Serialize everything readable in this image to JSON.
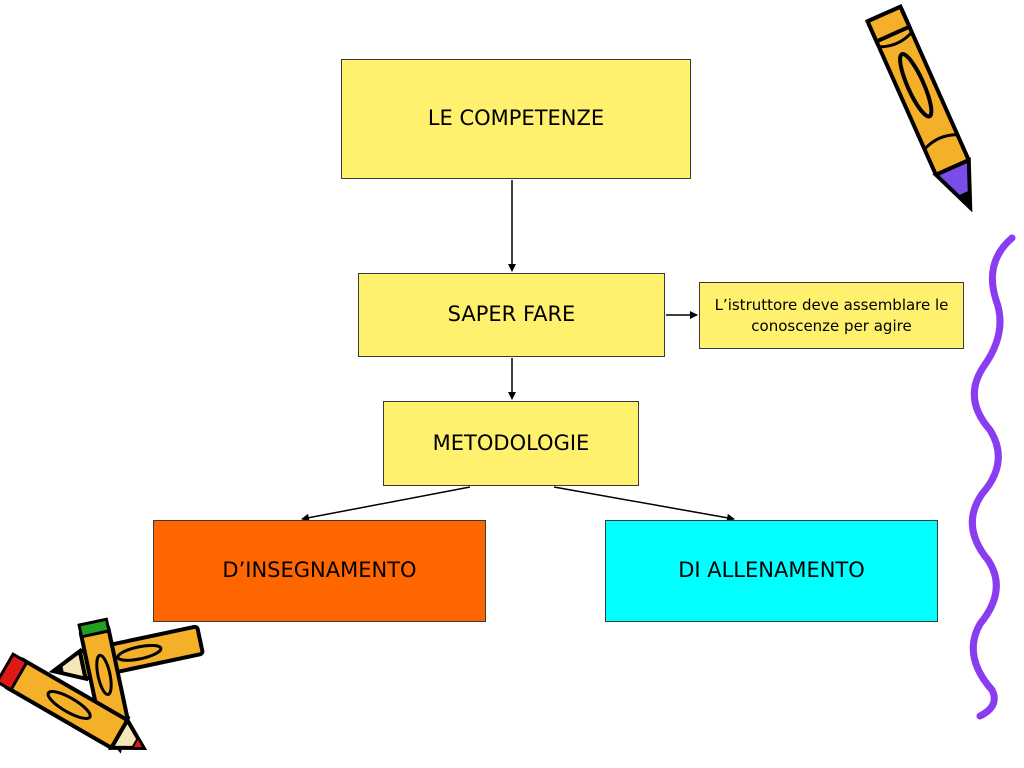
{
  "colors": {
    "node_yellow": "#FFF06E",
    "node_orange": "#FF6600",
    "node_cyan": "#00FFFF",
    "border": "#3A3A3A",
    "pencil_body": "#F5B02A",
    "pencil_tip_blue": "#7A4DE8",
    "pencil_tip_red": "#E01818",
    "pencil_tip_green": "#22A022",
    "squiggle": "#8A3CF0"
  },
  "nodes": {
    "competenze": "LE COMPETENZE",
    "saper_fare": "SAPER FARE",
    "note": "L’istruttore deve assemblare le conoscenze per agire",
    "metodologie": "METODOLOGIE",
    "insegnamento": "D’INSEGNAMENTO",
    "allenamento": "DI ALLENAMENTO"
  },
  "decorations": [
    "pencil-icon",
    "pencils-cluster-icon",
    "squiggle-line"
  ]
}
